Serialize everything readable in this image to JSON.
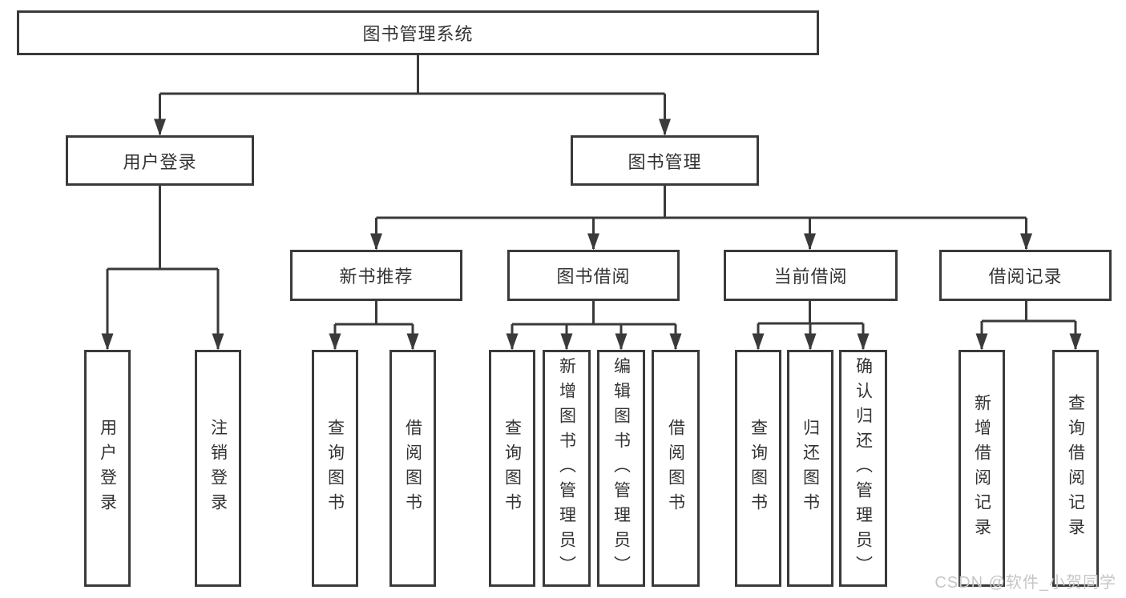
{
  "diagram": {
    "root": {
      "label": "图书管理系统"
    },
    "branches": [
      {
        "label": "用户登录",
        "children": [
          {
            "label": "用户登录"
          },
          {
            "label": "注销登录"
          }
        ]
      },
      {
        "label": "图书管理",
        "children": [
          {
            "label": "新书推荐",
            "children": [
              {
                "label": "查询图书"
              },
              {
                "label": "借阅图书"
              }
            ]
          },
          {
            "label": "图书借阅",
            "children": [
              {
                "label": "查询图书"
              },
              {
                "label": "新增图书（管理员）"
              },
              {
                "label": "编辑图书（管理员）"
              },
              {
                "label": "借阅图书"
              }
            ]
          },
          {
            "label": "当前借阅",
            "children": [
              {
                "label": "查询图书"
              },
              {
                "label": "归还图书"
              },
              {
                "label": "确认归还（管理员）"
              }
            ]
          },
          {
            "label": "借阅记录",
            "children": [
              {
                "label": "新增借阅记录"
              },
              {
                "label": "查询借阅记录"
              }
            ]
          }
        ]
      }
    ]
  },
  "watermark": {
    "text": "CSDN @软件_小贺同学",
    "color": "#c6c6c6"
  },
  "colors": {
    "line": "#3a3a3a",
    "box_border": "#3a3a3a",
    "text": "#333333",
    "background": "#ffffff"
  }
}
